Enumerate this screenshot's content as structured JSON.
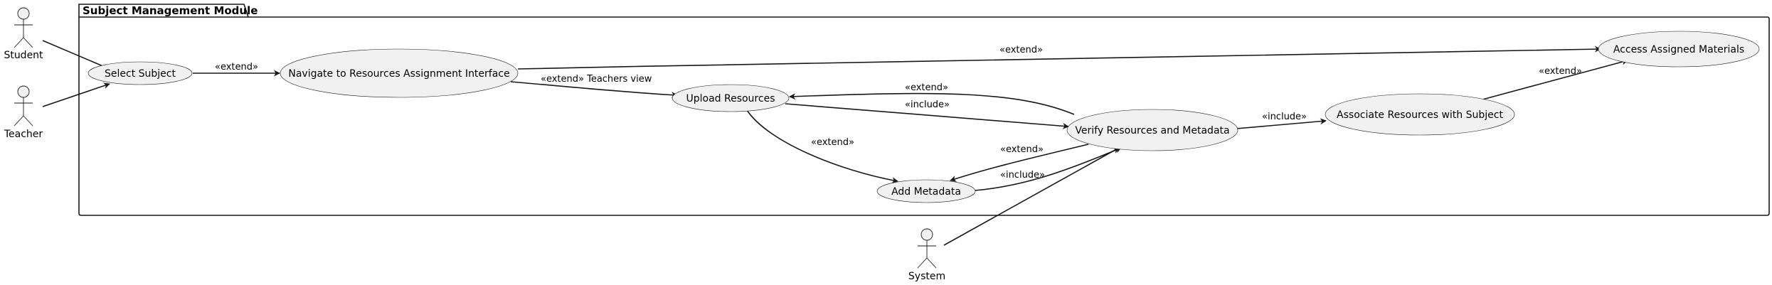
{
  "package": {
    "title": "Subject Management Module"
  },
  "actors": {
    "student": "Student",
    "teacher": "Teacher",
    "system": "System"
  },
  "use_cases": {
    "select_subject": "Select Subject",
    "navigate": "Navigate to Resources Assignment Interface",
    "upload": "Upload Resources",
    "add_metadata": "Add Metadata",
    "verify": "Verify Resources and Metadata",
    "associate": "Associate Resources with Subject",
    "access": "Access Assigned Materials"
  },
  "relations": {
    "select_to_navigate": "«extend»",
    "navigate_to_access": "«extend»",
    "navigate_to_upload": "«extend» Teachers view",
    "verify_to_upload": "«extend»",
    "upload_to_verify": "«include»",
    "upload_to_metadata": "«extend»",
    "verify_to_metadata": "«extend»",
    "metadata_to_verify": "«include»",
    "verify_to_associate": "«include»",
    "associate_to_access": "«extend»"
  },
  "colors": {
    "stroke": "#181818",
    "use_case_fill": "#f1f1f1",
    "background": "#ffffff"
  }
}
